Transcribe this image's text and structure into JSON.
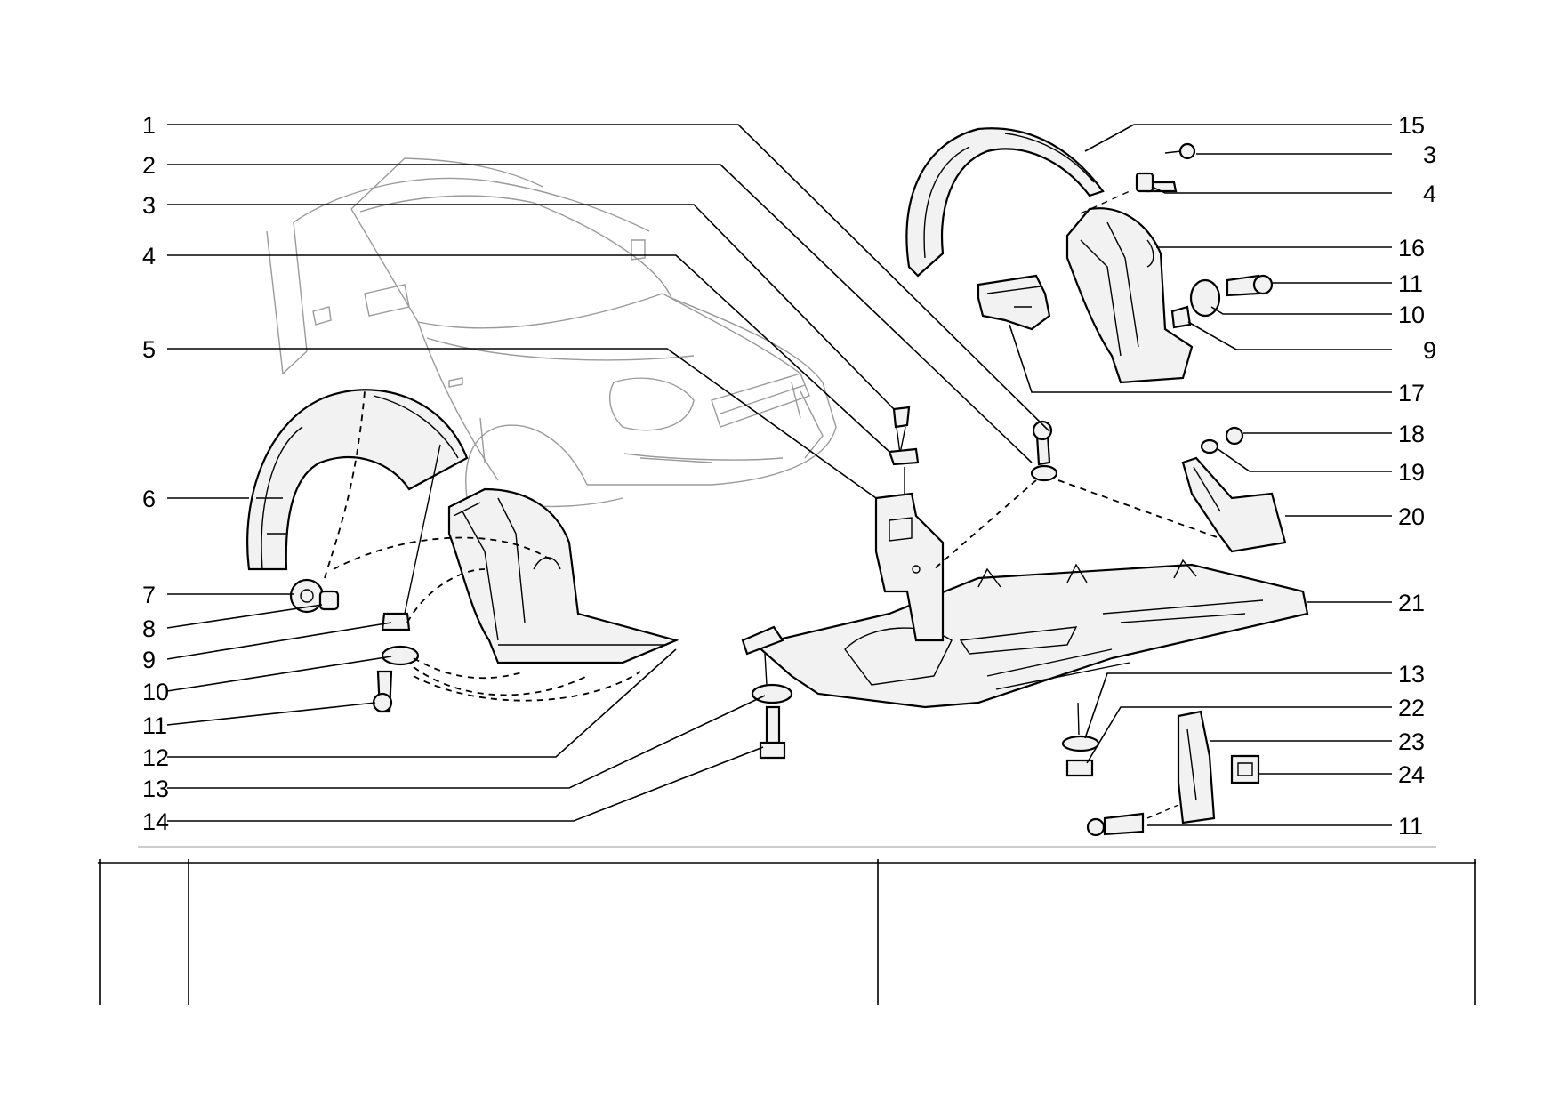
{
  "callouts": [
    {
      "id": "c1",
      "text": "1"
    },
    {
      "id": "c2",
      "text": "2"
    },
    {
      "id": "c3a",
      "text": "3"
    },
    {
      "id": "c4a",
      "text": "4"
    },
    {
      "id": "c5",
      "text": "5"
    },
    {
      "id": "c6",
      "text": "6"
    },
    {
      "id": "c7",
      "text": "7"
    },
    {
      "id": "c8",
      "text": "8"
    },
    {
      "id": "c9a",
      "text": "9"
    },
    {
      "id": "c10a",
      "text": "10"
    },
    {
      "id": "c11a",
      "text": "11"
    },
    {
      "id": "c12",
      "text": "12"
    },
    {
      "id": "c13a",
      "text": "13"
    },
    {
      "id": "c14",
      "text": "14"
    },
    {
      "id": "c15",
      "text": "15"
    },
    {
      "id": "c3b",
      "text": "3"
    },
    {
      "id": "c4b",
      "text": "4"
    },
    {
      "id": "c16",
      "text": "16"
    },
    {
      "id": "c11b",
      "text": "11"
    },
    {
      "id": "c10b",
      "text": "10"
    },
    {
      "id": "c9b",
      "text": "9"
    },
    {
      "id": "c17",
      "text": "17"
    },
    {
      "id": "c18",
      "text": "18"
    },
    {
      "id": "c19",
      "text": "19"
    },
    {
      "id": "c20",
      "text": "20"
    },
    {
      "id": "c21",
      "text": "21"
    },
    {
      "id": "c13b",
      "text": "13"
    },
    {
      "id": "c22",
      "text": "22"
    },
    {
      "id": "c23",
      "text": "23"
    },
    {
      "id": "c24",
      "text": "24"
    },
    {
      "id": "c11c",
      "text": "11"
    }
  ],
  "colors": {
    "ink": "#000000",
    "car_outline": "#9a9a9a",
    "part_fill": "#f2f2f2"
  }
}
